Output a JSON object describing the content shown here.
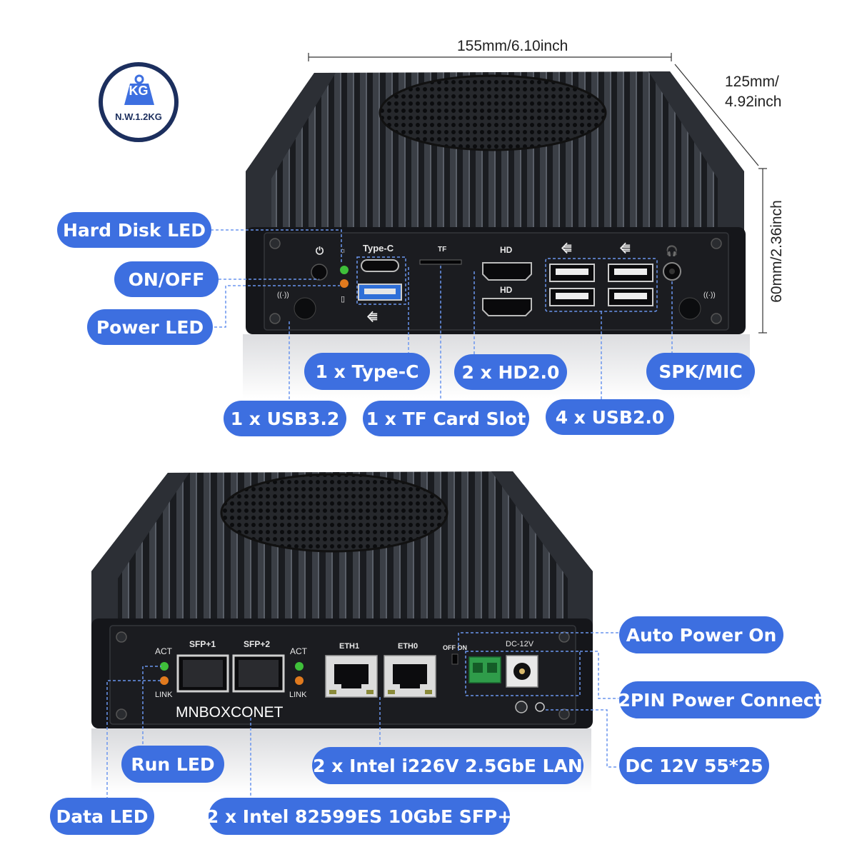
{
  "weight_badge": {
    "unit": "KG",
    "text": "N.W.1.2KG"
  },
  "dimensions": {
    "width": "155mm/6.10inch",
    "depth_line1": "125mm/",
    "depth_line2": "4.92inch",
    "height": "60mm/2.36inch"
  },
  "front_panel": {
    "port_labels": {
      "typec": "Type-C",
      "tf": "TF"
    }
  },
  "rear_panel": {
    "port_labels": {
      "act_left": "ACT",
      "link_left": "LINK",
      "sfp1": "SFP+1",
      "sfp2": "SFP+2",
      "act_right": "ACT",
      "link_right": "LINK",
      "eth1": "ETH1",
      "eth0": "ETH0",
      "offon": "OFF ON",
      "dc": "DC-12V",
      "brand": "MNBOXCONET"
    }
  },
  "callouts": {
    "hard_disk_led": "Hard Disk LED",
    "on_off": "ON/OFF",
    "power_led": "Power LED",
    "type_c": "1 x Type-C",
    "hd": "2 x HD2.0",
    "spk_mic": "SPK/MIC",
    "usb32": "1 x USB3.2",
    "tf_slot": "1 x TF Card Slot",
    "usb20": "4 x USB2.0",
    "auto_power_on": "Auto Power On",
    "power_connect": "2PIN Power Connect",
    "dc": "DC 12V 55*25",
    "run_led": "Run LED",
    "lan": "2 x Intel i226V 2.5GbE LAN",
    "data_led": "Data LED",
    "sfp": "2 x Intel 82599ES 10GbE SFP+"
  },
  "colors": {
    "accent": "#3d6fe0",
    "badge_border": "#1c2f5e",
    "chassis": "#141518"
  }
}
